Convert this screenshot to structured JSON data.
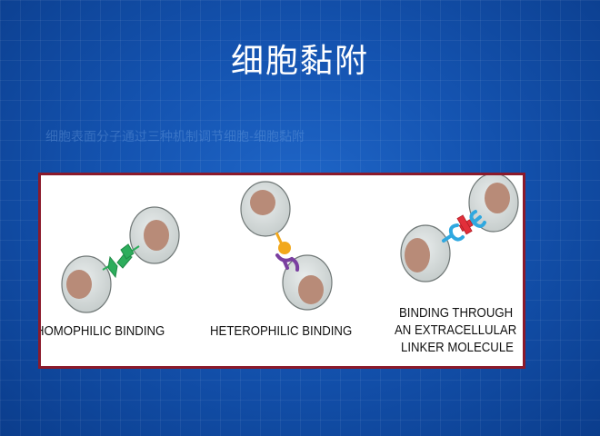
{
  "slide": {
    "title": "细胞黏附",
    "subtitle": "细胞表面分子通过三种机制调节细胞-细胞黏附"
  },
  "figure": {
    "labels": {
      "homophilic": "HOMOPHILIC BINDING",
      "heterophilic": "HETEROPHILIC BINDING",
      "linker_line1": "BINDING THROUGH",
      "linker_line2": "AN EXTRACELLULAR",
      "linker_line3": "LINKER MOLECULE"
    },
    "colors": {
      "cell_fill": "#d7dbdb",
      "cell_stroke": "#6f7776",
      "nucleus": "#b88b78",
      "homophilic_molecule": "#2dad5c",
      "heterophilic_a": "#f2a81c",
      "heterophilic_b": "#7a3fa0",
      "linker_arms": "#2fa8e0",
      "linker_center": "#e22f3a",
      "panel_border": "#8b1a2b"
    }
  }
}
